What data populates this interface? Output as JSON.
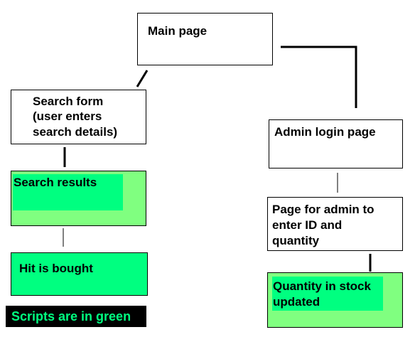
{
  "nodes": {
    "main_page": "Main page",
    "search_form": [
      "Search form",
      "(user enters",
      "search details)"
    ],
    "search_results": "Search results",
    "hit_bought": "Hit is bought",
    "admin_login": "Admin login page",
    "admin_enter": [
      "Page for admin to",
      "enter ID and",
      "quantity"
    ],
    "stock_updated": [
      "Quantity in stock",
      "updated"
    ]
  },
  "legend": "Scripts are in green",
  "colors": {
    "script_fill": "#80ff80",
    "script_text_bg": "#00ff80",
    "legend_bg": "#000000",
    "legend_text": "#00ff80"
  }
}
